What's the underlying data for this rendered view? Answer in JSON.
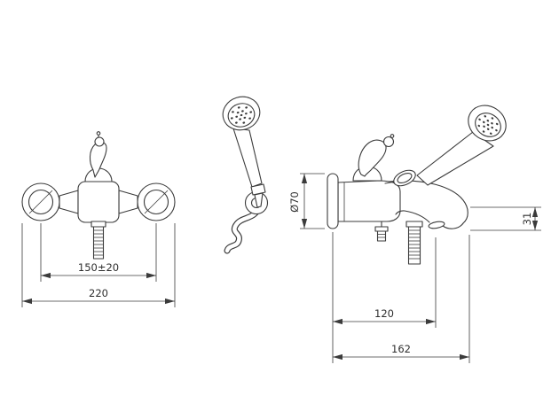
{
  "page": {
    "background_color": "#ffffff",
    "line_color": "#3b3b3b",
    "description_views": {
      "front": "front-view-of-wall-mounted-bath-mixer",
      "middle": "hand-shower-on-wall-bracket",
      "side": "side-view-of-bath-mixer-with-hand-shower"
    }
  },
  "dimensions": {
    "front_center_distance": "150±20",
    "front_overall_width": "220",
    "side_body_diameter": "Ø70",
    "side_spout_end_height": "31",
    "side_spout_reach": "120",
    "side_overall_reach": "162"
  }
}
